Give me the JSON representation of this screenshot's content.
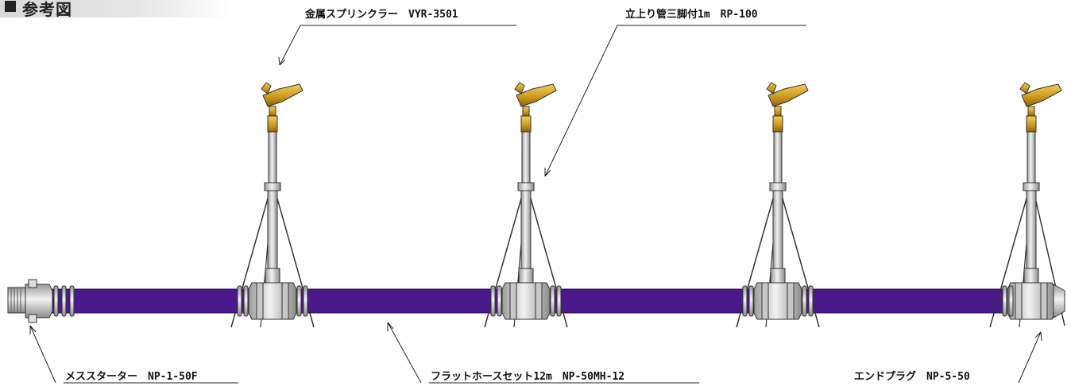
{
  "header": {
    "title": "参考図"
  },
  "labels": {
    "sprinkler": "金属スプリンクラー　VYR-3501",
    "riser": "立上り管三脚付1m　RP-100",
    "starter": "メススターター　NP-1-50F",
    "hose": "フラットホースセット12m　NP-50MH-12",
    "endplug": "エンドプラグ　NP-5-50"
  },
  "colors": {
    "hose": "#4a1a8c",
    "sprinkler_gold": "#d4a62a",
    "metal": "#d8d8d8",
    "line": "#222222"
  },
  "icons": {
    "header_marker": "black-square-icon"
  }
}
